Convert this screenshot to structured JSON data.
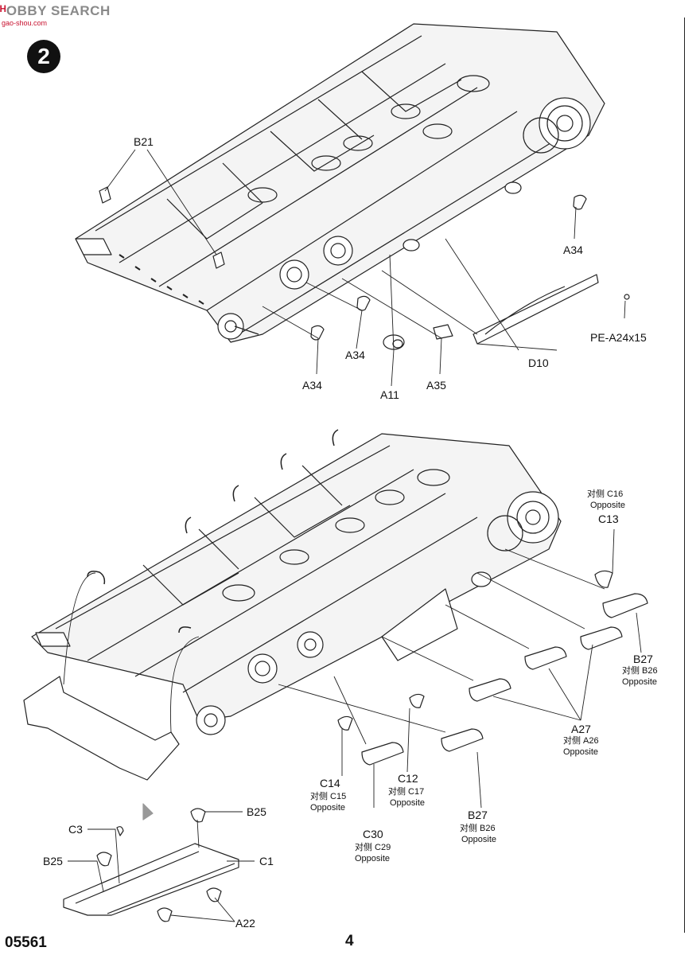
{
  "watermark": {
    "brand_a": "ᴴ",
    "brand_b": "OBBY SEARCH",
    "site": "gao-shou.com"
  },
  "step": {
    "number": "2"
  },
  "top_labels": {
    "b21": "B21",
    "a34_right": "A34",
    "pe_a24x15": "PE-A24x15",
    "d10": "D10",
    "a35": "A35",
    "a11": "A11",
    "a34_mid": "A34",
    "a34_left": "A34"
  },
  "bottom_labels": {
    "c16_line": "对侧 C16",
    "c16_opp": "Opposite",
    "c13": "C13",
    "b27_right": "B27",
    "b26_right_line": "对侧 B26",
    "b26_right_opp": "Opposite",
    "a27": "A27",
    "a26_line": "对侧 A26",
    "a26_opp": "Opposite",
    "c14": "C14",
    "c15_line": "对侧 C15",
    "c15_opp": "Opposite",
    "c12": "C12",
    "c17_line": "对侧 C17",
    "c17_opp": "Opposite",
    "c30": "C30",
    "c29_line": "对侧 C29",
    "c29_opp": "Opposite",
    "b27_mid": "B27",
    "b26_mid_line": "对侧 B26",
    "b26_mid_opp": "Opposite"
  },
  "sub_assembly_labels": {
    "b25_top": "B25",
    "c3": "C3",
    "b25_left": "B25",
    "c1": "C1",
    "a22": "A22"
  },
  "footer": {
    "code": "05561",
    "page": "4"
  }
}
